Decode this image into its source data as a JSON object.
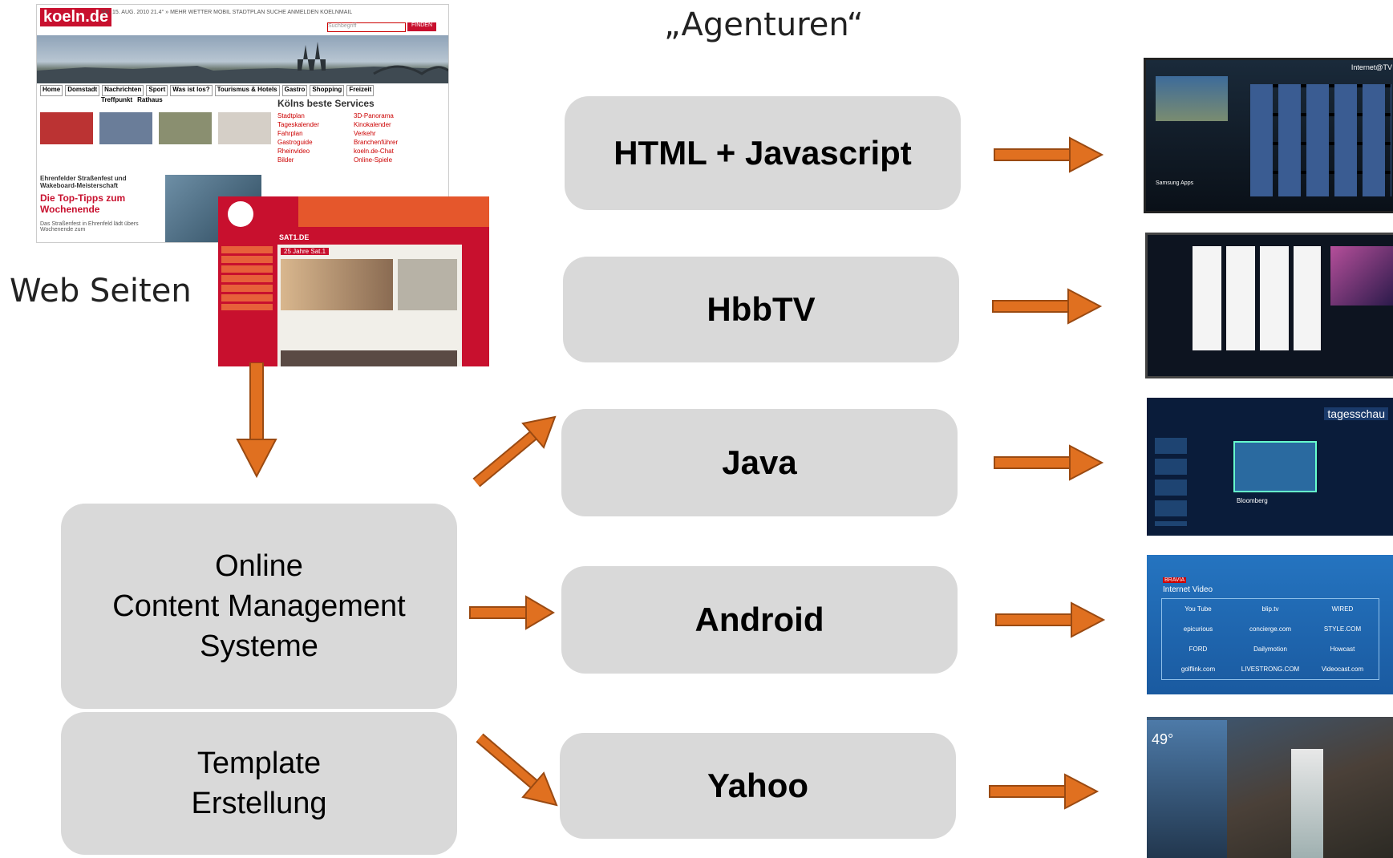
{
  "title": "„Agenturen“",
  "websites_label": "Web Seiten",
  "cms_label": "Online\nContent Management\nSysteme",
  "template_label": "Template\nErstellung",
  "platforms": [
    "HTML + Javascript",
    "HbbTV",
    "Java",
    "Android",
    "Yahoo"
  ],
  "arrow_color": "#e07020",
  "box_color": "#d9d9d9",
  "koeln": {
    "logo": "koeln.de",
    "topbar": "SO, 15. AUG. 2010  21.4° » MEHR WETTER  MOBIL  STADTPLAN  SUCHE  ANMELDEN  KOELNMAIL",
    "search_placeholder": "Suchbegriff",
    "search_button": "FINDEN",
    "nav": [
      "Home",
      "Domstadt",
      "Nachrichten",
      "Sport",
      "Was ist los?",
      "Tourismus & Hotels",
      "Gastro",
      "Shopping",
      "Freizeit",
      "Treffpunkt",
      "Rathaus"
    ],
    "services_title": "Kölns beste Services",
    "services": [
      "Stadtplan",
      "3D-Panorama",
      "Tageskalender",
      "Kinokalender",
      "Fahrplan",
      "Verkehr",
      "Gastroguide",
      "Branchenführer",
      "Rheinvideo",
      "koeln.de-Chat",
      "Bilder",
      "Online-Spiele"
    ],
    "headline_small": "Ehrenfelder Straßenfest und Wakeboard-Meisterschaft",
    "headline": "Die Top-Tipps zum Wochenende",
    "teaser": "Das Straßenfest in Ehrenfeld lädt übers Wochenende zum"
  },
  "sat1": {
    "logo": "SAT1.DE",
    "teaser": "25 Jahre Sat.1"
  },
  "tv": {
    "internet_tv": "Internet@TV",
    "samsung_apps": "Samsung Apps",
    "tagesschau": "tagesschau",
    "bravia": "BRAVIA",
    "internet_video": "Internet Video",
    "video_brands": [
      "You Tube",
      "blip.tv",
      "WIRED",
      "epicurious",
      "concierge.com",
      "STYLE.COM",
      "FORD",
      "Dailymotion",
      "Howcast",
      "golflink.com",
      "LIVESTRONG.COM",
      "Videocast.com"
    ],
    "weather_temp": "49°",
    "bloomberg": "Bloomberg"
  }
}
